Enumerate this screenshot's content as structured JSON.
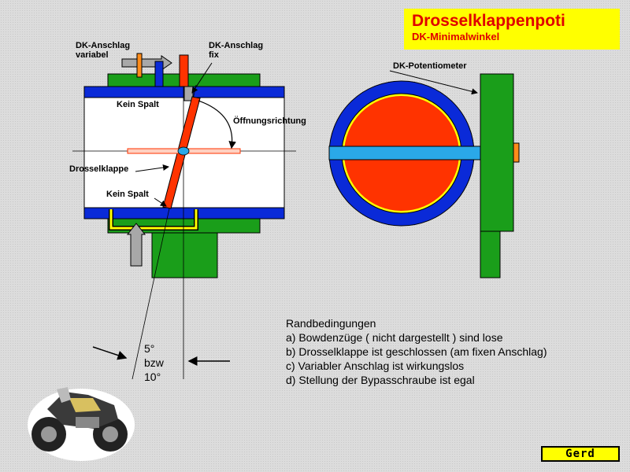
{
  "title": {
    "main": "Drosselklappenpoti",
    "sub": "DK-Minimalwinkel"
  },
  "labels": {
    "stop_variable_1": "DK-Anschlag",
    "stop_variable_2": "variabel",
    "stop_fixed_1": "DK-Anschlag",
    "stop_fixed_2": "fix",
    "no_gap_top": "Kein Spalt",
    "opening_direction": "Öffnungsrichtung",
    "throttle_valve": "Drosselklappe",
    "no_gap_bottom": "Kein Spalt",
    "potentiometer": "DK-Potentiometer"
  },
  "conditions": {
    "heading": "Randbedingungen",
    "items": [
      "a) Bowdenzüge ( nicht dargestellt ) sind lose",
      "b) Drosselklappe ist geschlossen (am fixen Anschlag)",
      "c) Variabler Anschlag ist wirkungslos",
      "d) Stellung der Bypasschraube ist egal"
    ]
  },
  "angle": {
    "line1": "5°",
    "line2": "bzw",
    "line3": "10°"
  },
  "logo": "Gerd",
  "colors": {
    "green": "#1a9e1a",
    "blue": "#0a2ad8",
    "light_blue": "#2aa8e8",
    "red": "#ff3300",
    "yellow": "#ffff00",
    "orange": "#ff8c1a",
    "grey": "#a8a8a8",
    "title_red": "#e00000"
  }
}
